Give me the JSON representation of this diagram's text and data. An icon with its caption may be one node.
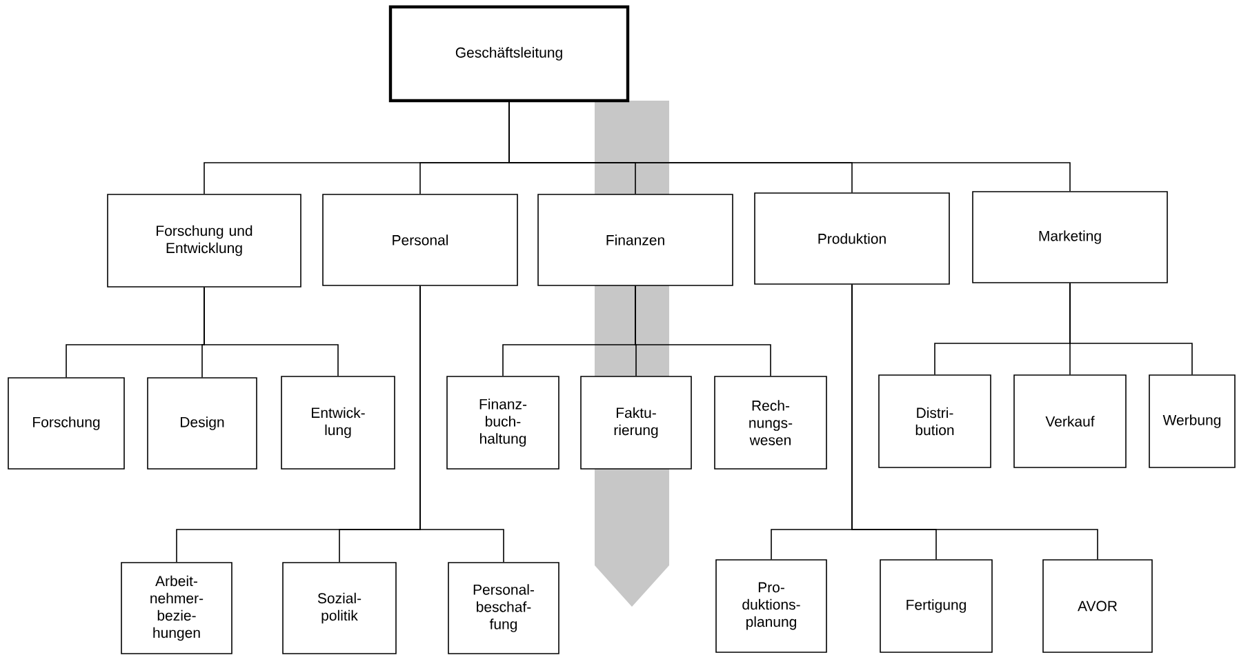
{
  "diagram": {
    "nodes": [
      {
        "text": [
          "Geschäftsleitung"
        ]
      },
      {
        "text": [
          "Forschung und Entwicklung"
        ]
      },
      {
        "text": [
          "Personal"
        ]
      },
      {
        "text": [
          "Finanzen"
        ]
      },
      {
        "text": [
          "Produktion"
        ]
      },
      {
        "text": [
          "Marketing"
        ]
      },
      {
        "text": [
          "Forschung"
        ]
      },
      {
        "text": [
          "Design"
        ]
      },
      {
        "text": [
          "Entwick- lung"
        ]
      },
      {
        "text": [
          "Finanz- buch- haltung"
        ]
      },
      {
        "text": [
          "Faktu- rierung"
        ]
      },
      {
        "text": [
          "Rech- nungs- wesen"
        ]
      },
      {
        "text": [
          "Distri- bution"
        ]
      },
      {
        "text": [
          "Verkauf"
        ]
      },
      {
        "text": [
          "Werbung"
        ]
      },
      {
        "text": [
          "Arbeit- nehmer- bezie- hungen"
        ]
      },
      {
        "text": [
          "Sozial- politik"
        ]
      },
      {
        "text": [
          "Personal- beschaf- fung"
        ]
      },
      {
        "text": [
          "Pro- duktions- planung"
        ]
      },
      {
        "text": [
          "Fertigung"
        ]
      },
      {
        "text": [
          "AVOR"
        ]
      }
    ],
    "edges": [
      {
        "from": 0,
        "to": 1,
        "arrow": "none"
      },
      {
        "from": 0,
        "to": 2,
        "arrow": "none"
      },
      {
        "from": 0,
        "to": 3,
        "arrow": "none"
      },
      {
        "from": 0,
        "to": 4,
        "arrow": "none"
      },
      {
        "from": 0,
        "to": 5,
        "arrow": "none"
      },
      {
        "from": 1,
        "to": 6,
        "arrow": "none"
      },
      {
        "from": 1,
        "to": 7,
        "arrow": "none"
      },
      {
        "from": 1,
        "to": 8,
        "arrow": "none"
      },
      {
        "from": 3,
        "to": 9,
        "arrow": "none"
      },
      {
        "from": 3,
        "to": 10,
        "arrow": "none"
      },
      {
        "from": 3,
        "to": 11,
        "arrow": "none"
      },
      {
        "from": 5,
        "to": 12,
        "arrow": "none"
      },
      {
        "from": 5,
        "to": 13,
        "arrow": "none"
      },
      {
        "from": 5,
        "to": 14,
        "arrow": "none"
      },
      {
        "from": 2,
        "to": 15,
        "arrow": "none"
      },
      {
        "from": 2,
        "to": 16,
        "arrow": "none"
      },
      {
        "from": 2,
        "to": 17,
        "arrow": "none"
      },
      {
        "from": 4,
        "to": 18,
        "arrow": "none"
      },
      {
        "from": 4,
        "to": 19,
        "arrow": "none"
      },
      {
        "from": 4,
        "to": 20,
        "arrow": "none"
      }
    ]
  }
}
